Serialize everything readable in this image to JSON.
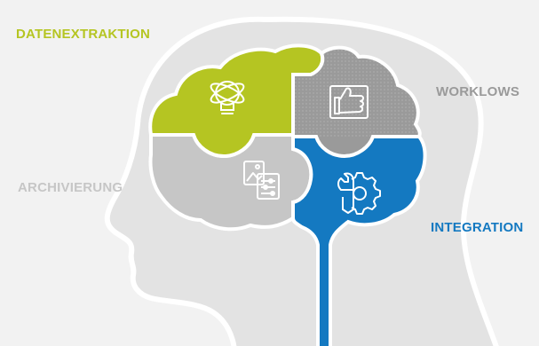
{
  "labels": {
    "datenextraktion": "DATENEXTRAKTION",
    "worklows": "WORKLOWS",
    "archivierung": "ARCHIVIERUNG",
    "integration": "INTEGRATION"
  },
  "colors": {
    "background": "#f2f2f2",
    "head": "#e3e3e3",
    "head_outline": "#ffffff",
    "datenextraktion": "#b5c522",
    "worklows": "#9a9a9a",
    "archivierung": "#c6c6c6",
    "integration": "#1479c1",
    "icon": "#ffffff"
  },
  "icons": {
    "datenextraktion": "lightbulb-orbit-icon",
    "worklows": "thumbs-up-document-icon",
    "archivierung": "image-document-sliders-icon",
    "integration": "gear-wrench-icon"
  }
}
